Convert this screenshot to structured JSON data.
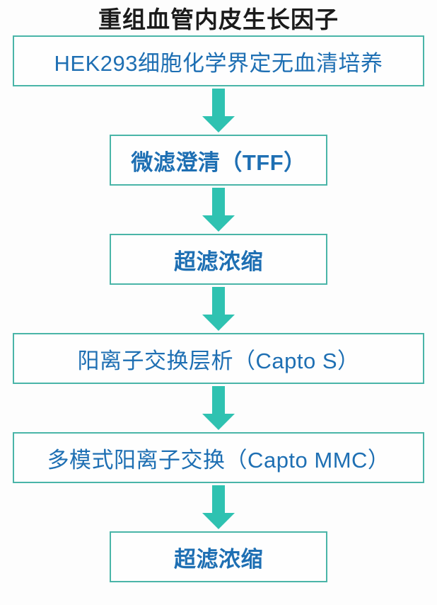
{
  "title": "重组血管内皮生长因子",
  "colors": {
    "arrow": "#2fc2b1",
    "box_border": "#4ab5a8",
    "text_blue": "#1e6fb3",
    "title": "#1b1b1b",
    "page_background": "#fdfdfd"
  },
  "flowchart": {
    "connector": "down-arrow",
    "steps": [
      {
        "label": "HEK293细胞化学界定无血清培养",
        "emphasis": "regular",
        "size": "wide"
      },
      {
        "label": "微滤澄清（TFF）",
        "emphasis": "bold",
        "size": "narrow"
      },
      {
        "label": "超滤浓缩",
        "emphasis": "bold",
        "size": "narrow"
      },
      {
        "label": "阳离子交换层析（Capto S）",
        "emphasis": "regular",
        "size": "wide"
      },
      {
        "label": "多模式阳离子交换（Capto MMC）",
        "emphasis": "regular",
        "size": "wide"
      },
      {
        "label": "超滤浓缩",
        "emphasis": "bold",
        "size": "narrow"
      }
    ]
  }
}
